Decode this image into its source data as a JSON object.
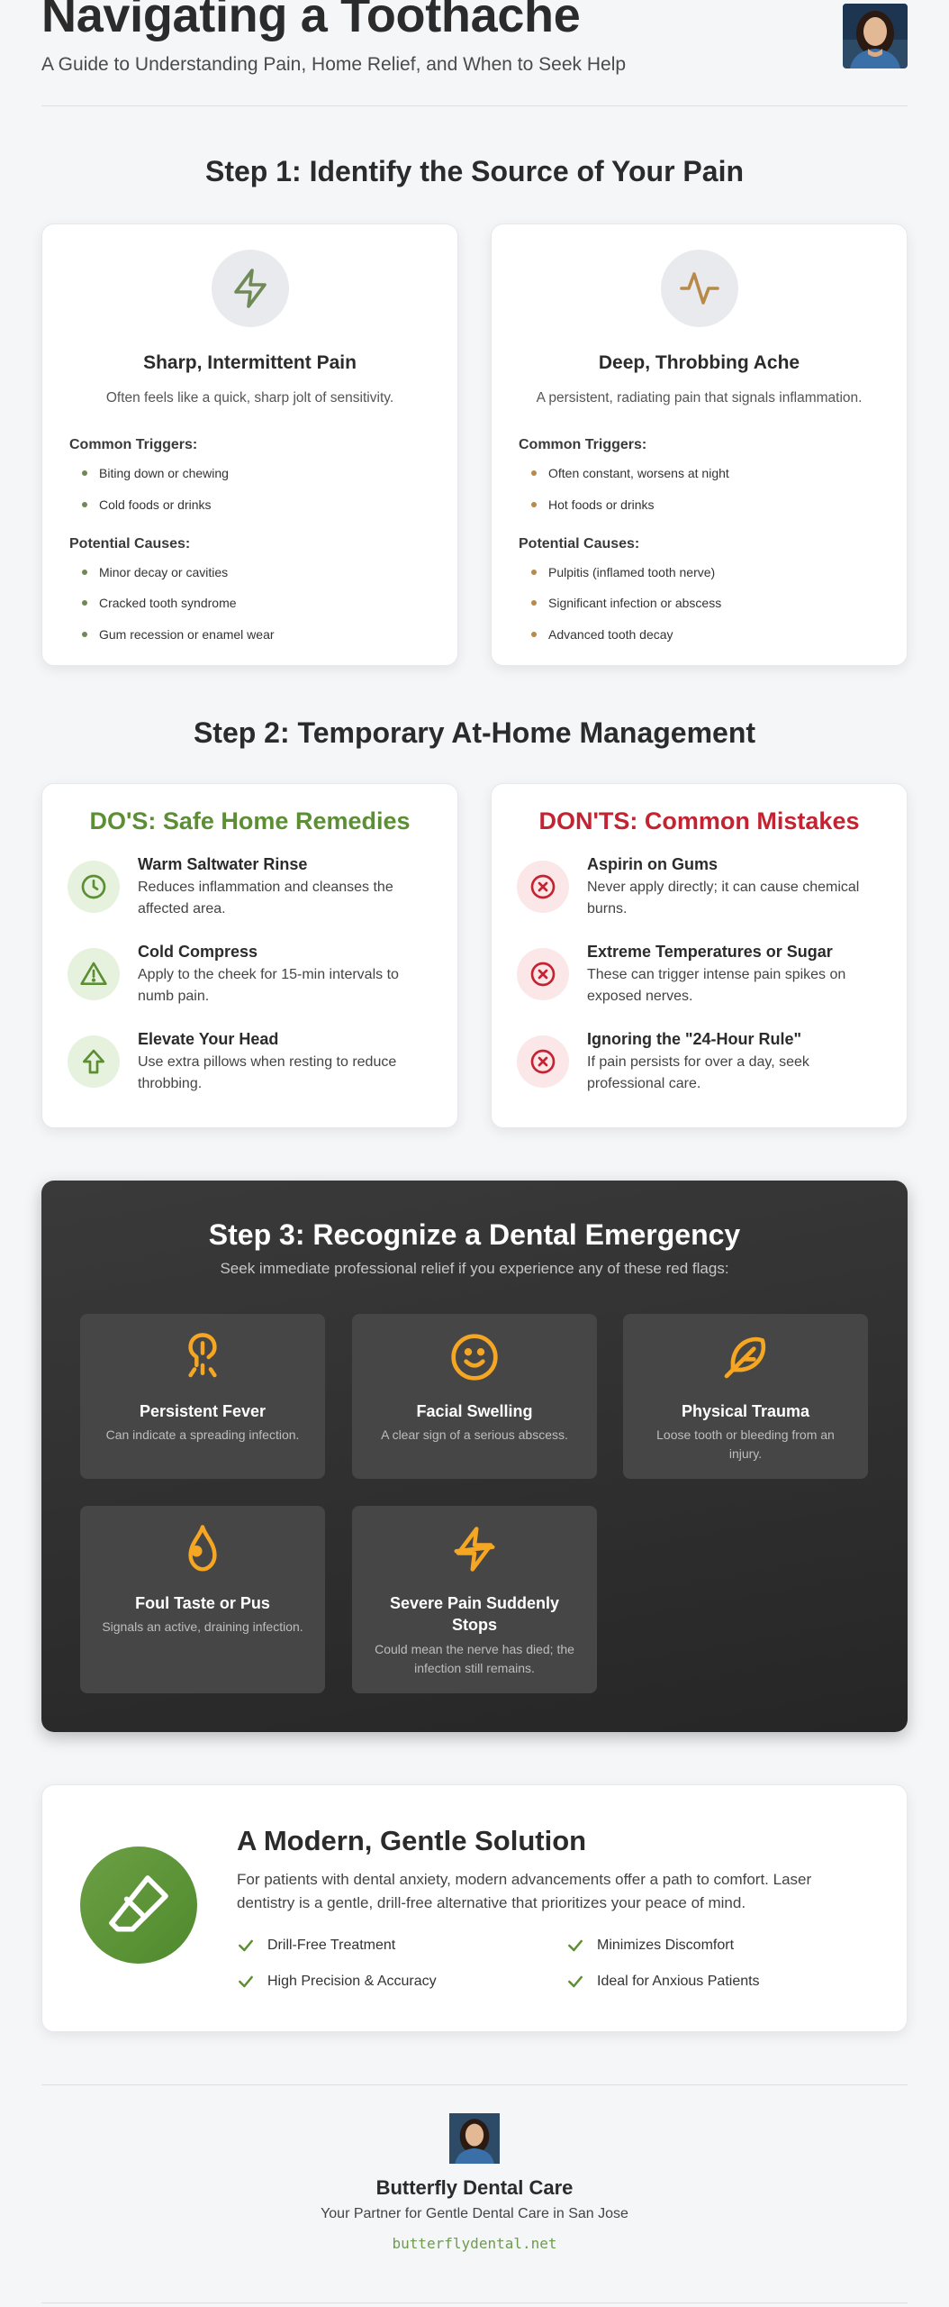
{
  "header": {
    "title": "Navigating a Toothache",
    "subtitle": "A Guide to Understanding Pain, Home Relief, and When to Seek Help"
  },
  "step1": {
    "heading": "Step 1: Identify the Source of Your Pain",
    "cards": [
      {
        "icon": "lightning-icon",
        "title": "Sharp, Intermittent Pain",
        "description": "Often feels like a quick, sharp jolt of sensitivity.",
        "triggers_label": "Common Triggers:",
        "triggers": [
          "Biting down or chewing",
          "Cold foods or drinks"
        ],
        "causes_label": "Potential Causes:",
        "causes": [
          "Minor decay or cavities",
          "Cracked tooth syndrome",
          "Gum recession or enamel wear"
        ],
        "icon_color": "#6f8a57"
      },
      {
        "icon": "pulse-icon",
        "title": "Deep, Throbbing Ache",
        "description": "A persistent, radiating pain that signals inflammation.",
        "triggers_label": "Common Triggers:",
        "triggers": [
          "Often constant, worsens at night",
          "Hot foods or drinks"
        ],
        "causes_label": "Potential Causes:",
        "causes": [
          "Pulpitis (inflamed tooth nerve)",
          "Significant infection or abscess",
          "Advanced tooth decay"
        ],
        "icon_color": "#b88a4a"
      }
    ]
  },
  "step2": {
    "heading": "Step 2: Temporary At-Home Management",
    "dos": {
      "title": "DO'S: Safe Home Remedies",
      "items": [
        {
          "icon": "clock-icon",
          "name": "Warm Saltwater Rinse",
          "desc": "Reduces inflammation and cleanses the affected area."
        },
        {
          "icon": "warning-icon",
          "name": "Cold Compress",
          "desc": "Apply to the cheek for 15-min intervals to numb pain."
        },
        {
          "icon": "arrow-up-icon",
          "name": "Elevate Your Head",
          "desc": "Use extra pillows when resting to reduce throbbing."
        }
      ]
    },
    "donts": {
      "title": "DON'TS: Common Mistakes",
      "items": [
        {
          "icon": "x-circle-icon",
          "name": "Aspirin on Gums",
          "desc": "Never apply directly; it can cause chemical burns."
        },
        {
          "icon": "x-circle-icon",
          "name": "Extreme Temperatures or Sugar",
          "desc": "These can trigger intense pain spikes on exposed nerves."
        },
        {
          "icon": "x-circle-icon",
          "name": "Ignoring the \"24-Hour Rule\"",
          "desc": "If pain persists for over a day, seek professional care."
        }
      ]
    },
    "colors": {
      "do": "#5c8f34",
      "dont": "#c42332"
    }
  },
  "step3": {
    "heading": "Step 3: Recognize a Dental Emergency",
    "subheading": "Seek immediate professional relief if you experience any of these red flags:",
    "flags": [
      {
        "icon": "thermometer-icon",
        "title": "Persistent Fever",
        "desc": "Can indicate a spreading infection."
      },
      {
        "icon": "smile-icon",
        "title": "Facial Swelling",
        "desc": "A clear sign of a serious abscess."
      },
      {
        "icon": "feather-icon",
        "title": "Physical Trauma",
        "desc": "Loose tooth or bleeding from an injury."
      },
      {
        "icon": "droplet-icon",
        "title": "Foul Taste or Pus",
        "desc": "Signals an active, draining infection."
      },
      {
        "icon": "zap-off-icon",
        "title": "Severe Pain Suddenly Stops",
        "desc": "Could mean the nerve has died; the infection still remains."
      }
    ],
    "accent": "#f5a623"
  },
  "solution": {
    "title": "A Modern, Gentle Solution",
    "description": "For patients with dental anxiety, modern advancements offer a path to comfort. Laser dentistry is a gentle, drill-free alternative that prioritizes your peace of mind.",
    "features": [
      "Drill-Free Treatment",
      "Minimizes Discomfort",
      "High Precision & Accuracy",
      "Ideal for Anxious Patients"
    ],
    "icon": "eraser-icon"
  },
  "footer": {
    "name": "Butterfly Dental Care",
    "tagline": "Your Partner for Gentle Dental Care in San Jose",
    "url": "butterflydental.net"
  }
}
